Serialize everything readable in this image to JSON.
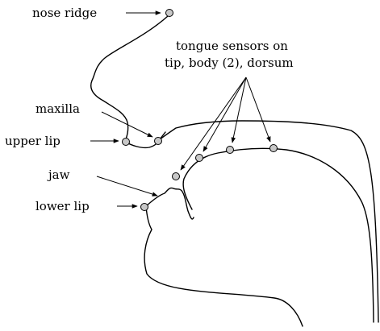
{
  "labels": {
    "nose_ridge": "nose ridge",
    "tongue_line1": "tongue sensors on",
    "tongue_line2": "tip, body (2), dorsum",
    "maxilla": "maxilla",
    "upper_lip": "upper lip",
    "jaw": "jaw",
    "lower_lip": "lower lip"
  },
  "colors": {
    "outline": "#000000",
    "sensor_fill": "#c8c8c8",
    "background": "#ffffff"
  }
}
